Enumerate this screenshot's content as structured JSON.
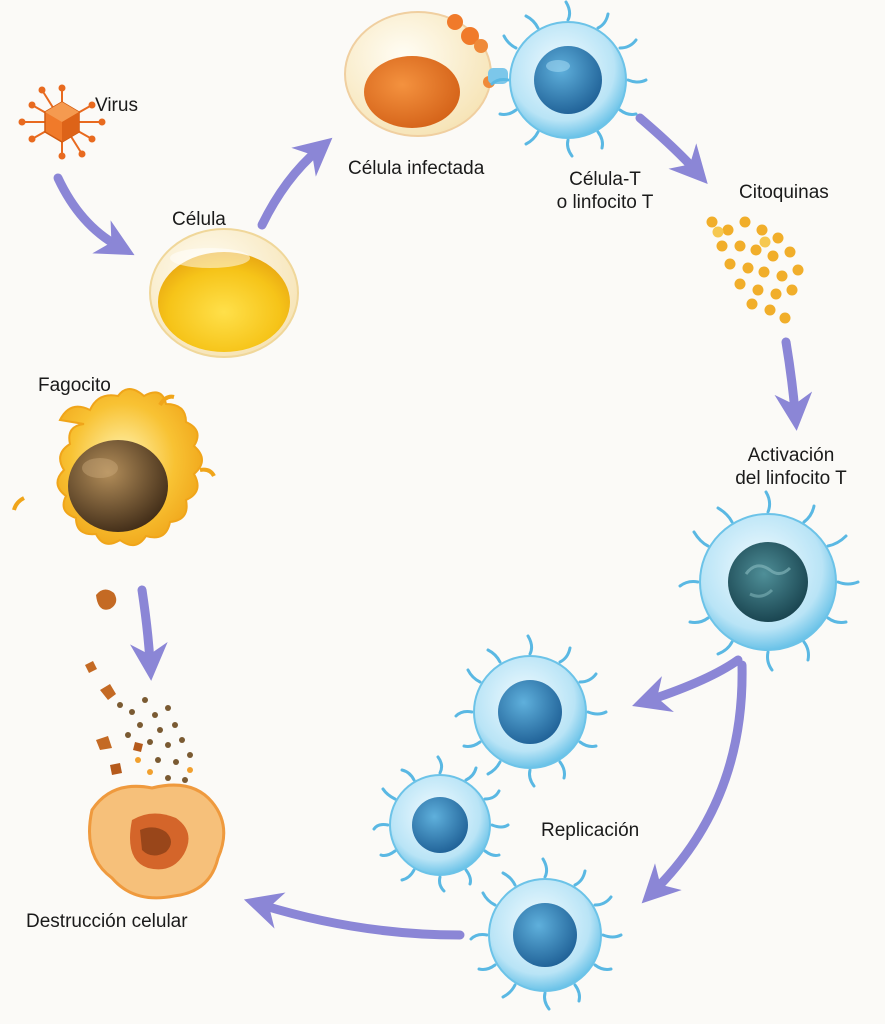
{
  "labels": {
    "virus": "Virus",
    "celula": "Célula",
    "celula_infectada": "Célula infectada",
    "celula_t_line1": "Célula-T",
    "celula_t_line2": "o linfocito T",
    "citoquinas": "Citoquinas",
    "activacion_line1": "Activación",
    "activacion_line2": "del linfocito T",
    "replicacion": "Replicación",
    "fagocito": "Fagocito",
    "destruccion": "Destrucción celular"
  },
  "colors": {
    "arrow": "#8b86d6",
    "virus": "#f07a2a",
    "healthy_cell": "#f6c419",
    "infected_cell": "#ec8a3c",
    "t_cell": "#6cc3e8",
    "t_cell_nucleus": "#2b7fb7",
    "cytokine": "#f1ae2a",
    "phagocyte": "#f8c233",
    "phagocyte_nucleus": "#6e5030"
  }
}
